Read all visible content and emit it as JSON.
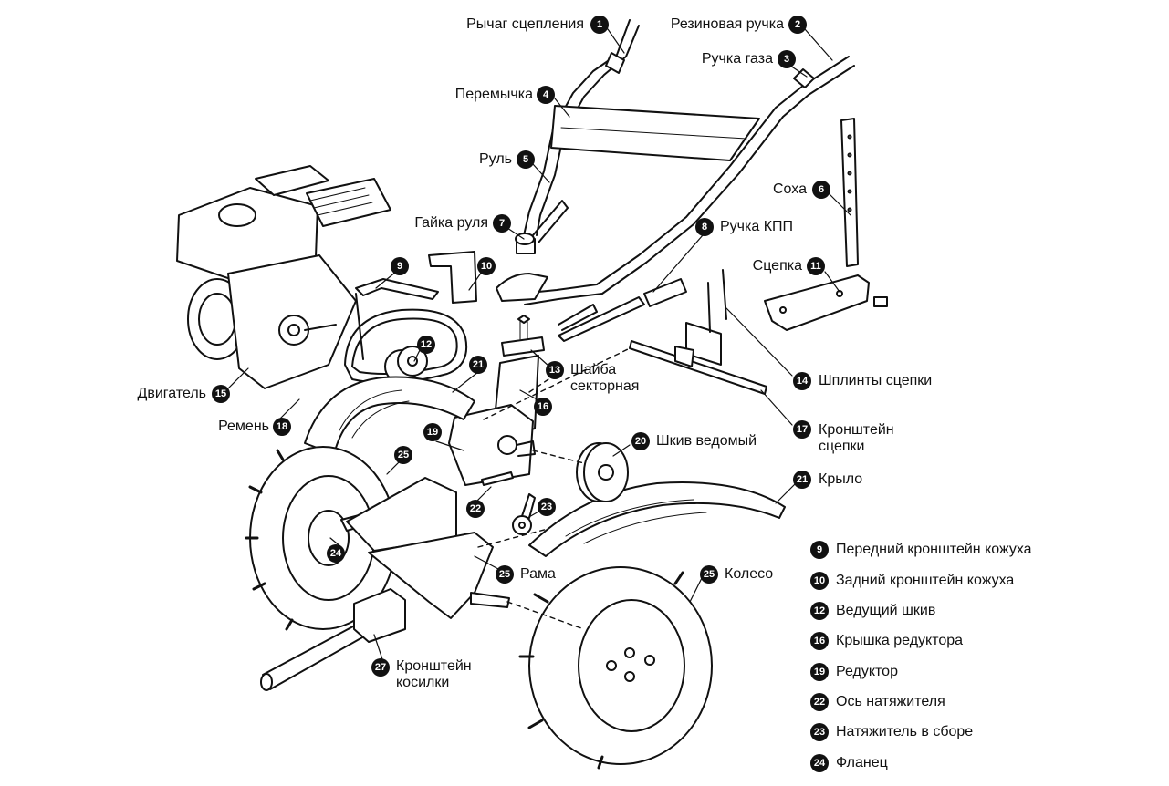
{
  "diagram": {
    "callouts": [
      {
        "num": "1",
        "text": "Рычаг сцепления"
      },
      {
        "num": "2",
        "text": "Резиновая ручка"
      },
      {
        "num": "3",
        "text": "Ручка газа"
      },
      {
        "num": "4",
        "text": "Перемычка"
      },
      {
        "num": "5",
        "text": "Руль"
      },
      {
        "num": "6",
        "text": "Соха"
      },
      {
        "num": "7",
        "text": "Гайка руля"
      },
      {
        "num": "8",
        "text": "Ручка КПП"
      },
      {
        "num": "9",
        "text": ""
      },
      {
        "num": "10",
        "text": ""
      },
      {
        "num": "11",
        "text": "Сцепка"
      },
      {
        "num": "12",
        "text": ""
      },
      {
        "num": "13",
        "text": "Шайба секторная"
      },
      {
        "num": "14",
        "text": "Шплинты сцепки"
      },
      {
        "num": "15",
        "text": "Двигатель"
      },
      {
        "num": "16",
        "text": ""
      },
      {
        "num": "17",
        "text": "Кронштейн сцепки"
      },
      {
        "num": "18",
        "text": "Ремень"
      },
      {
        "num": "19",
        "text": ""
      },
      {
        "num": "20",
        "text": "Шкив ведомый"
      },
      {
        "num": "21",
        "text": ""
      },
      {
        "num": "21",
        "text": "Крыло"
      },
      {
        "num": "22",
        "text": ""
      },
      {
        "num": "23",
        "text": ""
      },
      {
        "num": "24",
        "text": ""
      },
      {
        "num": "25",
        "text": ""
      },
      {
        "num": "25",
        "text": "Рама"
      },
      {
        "num": "25",
        "text": "Колесо"
      },
      {
        "num": "27",
        "text": "Кронштейн косилки"
      }
    ],
    "label_lines": {
      "13a": "Шайба",
      "13b": "секторная",
      "17a": "Кронштейн",
      "17b": "сцепки",
      "27a": "Кронштейн",
      "27b": "косилки"
    },
    "legend": [
      {
        "num": "9",
        "text": "Передний кронштейн кожуха"
      },
      {
        "num": "10",
        "text": "Задний кронштейн кожуха"
      },
      {
        "num": "12",
        "text": "Ведущий шкив"
      },
      {
        "num": "16",
        "text": "Крышка редуктора"
      },
      {
        "num": "19",
        "text": "Редуктор"
      },
      {
        "num": "22",
        "text": "Ось натяжителя"
      },
      {
        "num": "23",
        "text": "Натяжитель в сборе"
      },
      {
        "num": "24",
        "text": "Фланец"
      }
    ]
  }
}
